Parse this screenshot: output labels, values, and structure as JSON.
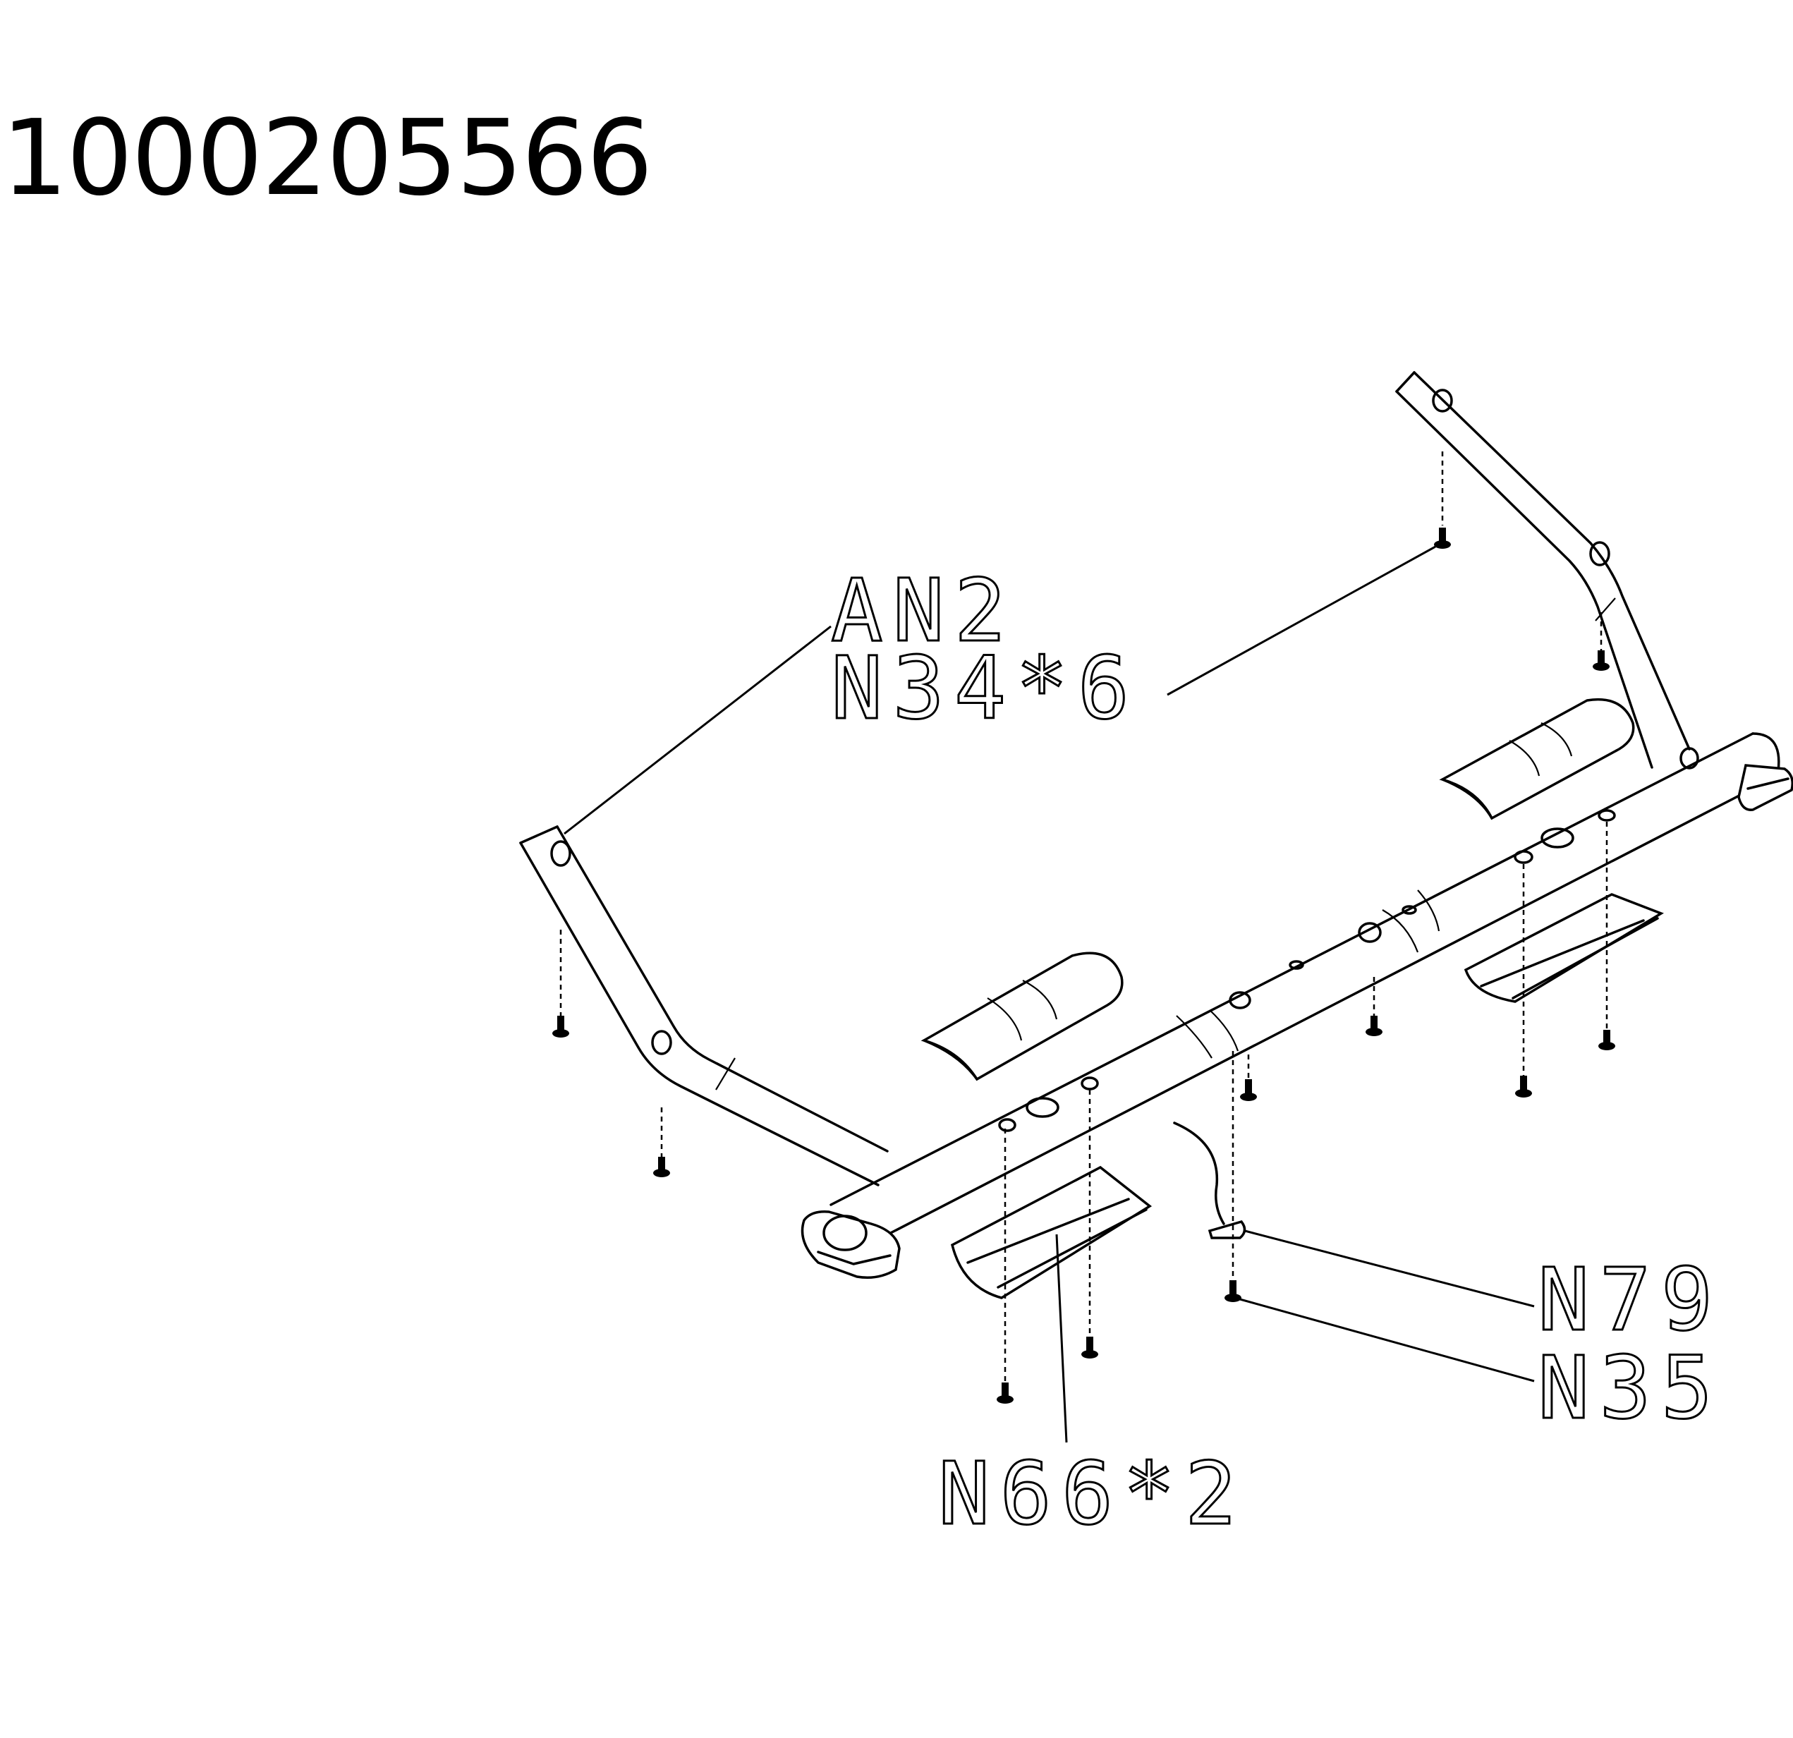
{
  "part_number": "1000205566",
  "callouts": {
    "an2": "AN2",
    "n34x6": "N34*6",
    "n79": "N79",
    "n35": "N35",
    "n66x2": "N66*2"
  }
}
